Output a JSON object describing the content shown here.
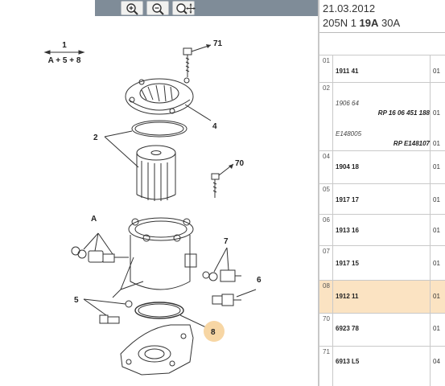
{
  "toolbar": {
    "zoom_in_icon": "zoom-in-icon",
    "zoom_out_icon": "zoom-out-icon",
    "zoom_fit_icon": "zoom-fit-icon",
    "band_color": "#7f8c98"
  },
  "diagram": {
    "assembly_number": "1",
    "assembly_formula": "A + 5 + 8",
    "callouts": [
      "71",
      "4",
      "2",
      "70",
      "A",
      "7",
      "6",
      "5",
      "8"
    ],
    "highlight_color": "#f7d6a4"
  },
  "header": {
    "date": "21.03.2012",
    "model_prefix": "205N 1",
    "model_bold": "19A",
    "model_suffix": "30A"
  },
  "parts": [
    {
      "index": "01",
      "lines": [
        {
          "ref": "1911 41",
          "oe": "",
          "qty": "01"
        }
      ]
    },
    {
      "index": "02",
      "lines": [
        {
          "ref": "1906 64",
          "ref_italic": true,
          "oe": "",
          "qty": ""
        },
        {
          "ref": "",
          "oe": "RP 16 06 451 188",
          "qty": "01"
        },
        {
          "ref": "E148005",
          "ref_italic": true,
          "oe": "",
          "qty": ""
        },
        {
          "ref": "",
          "oe": "RP E148107",
          "qty": "01"
        }
      ]
    },
    {
      "index": "04",
      "lines": [
        {
          "ref": "1904 18",
          "oe": "",
          "qty": "01"
        }
      ]
    },
    {
      "index": "05",
      "lines": [
        {
          "ref": "1917 17",
          "oe": "",
          "qty": "01"
        }
      ]
    },
    {
      "index": "06",
      "lines": [
        {
          "ref": "1913 16",
          "oe": "",
          "qty": "01"
        }
      ]
    },
    {
      "index": "07",
      "lines": [
        {
          "ref": "1917 15",
          "oe": "",
          "qty": "01"
        }
      ]
    },
    {
      "index": "08",
      "selected": true,
      "lines": [
        {
          "ref": "1912 11",
          "oe": "",
          "qty": "01"
        }
      ]
    },
    {
      "index": "70",
      "lines": [
        {
          "ref": "6923 78",
          "oe": "",
          "qty": "01"
        }
      ]
    },
    {
      "index": "71",
      "lines": [
        {
          "ref": "6913 L5",
          "oe": "",
          "qty": "04"
        }
      ]
    }
  ]
}
